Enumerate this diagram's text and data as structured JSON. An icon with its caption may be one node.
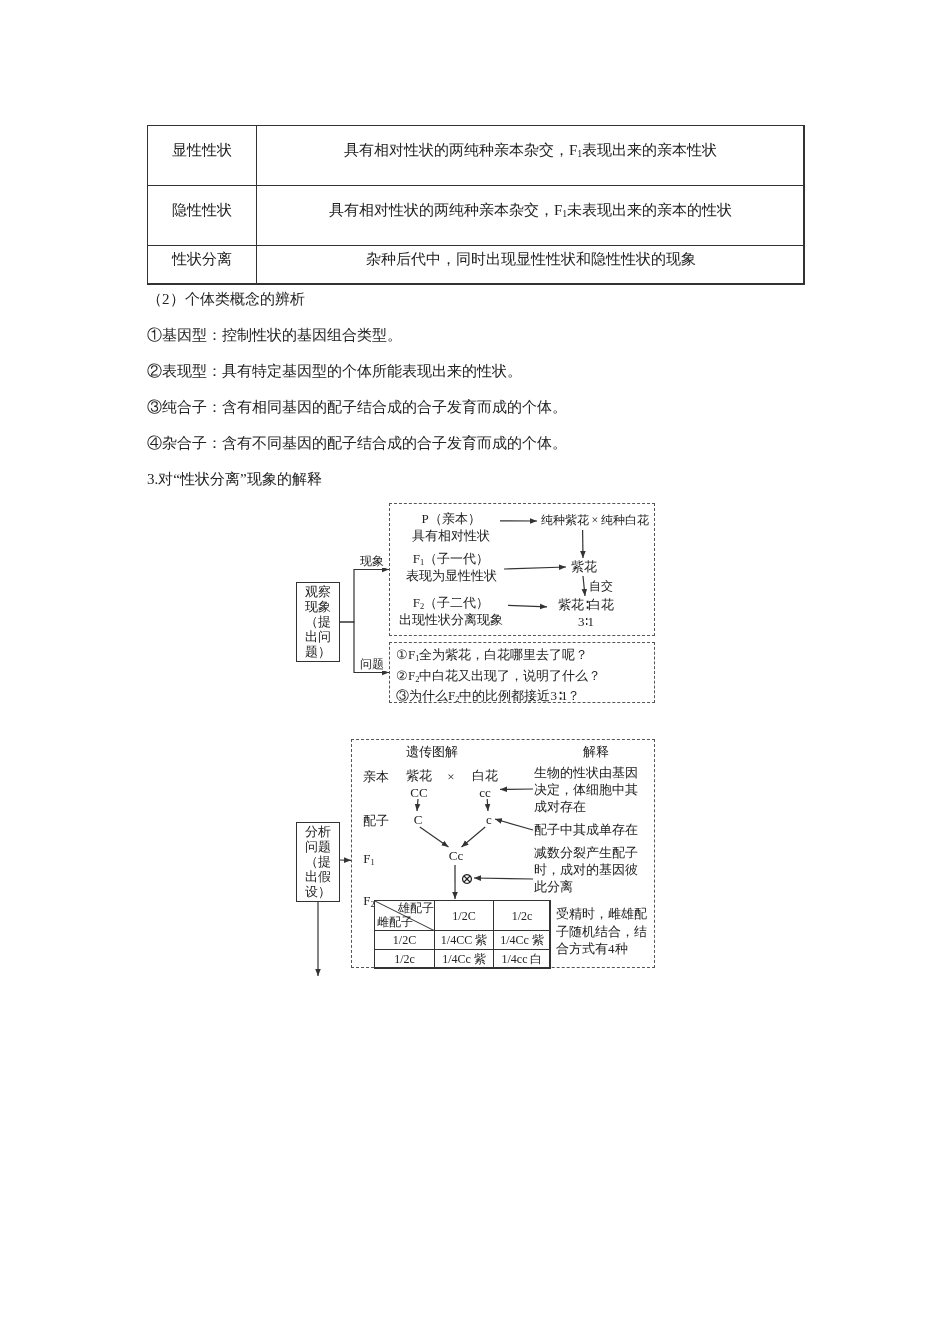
{
  "diagram": {
    "nodes": [
      {
        "text": [
          "观察现象（提出问题）"
        ]
      },
      {
        "text": [],
        "shape": "box"
      },
      {
        "text": [
          "P（亲本）",
          "具有相对性状"
        ],
        "in": 1
      },
      {
        "text": [
          "纯种紫花 × 纯种白花"
        ],
        "in": 1
      },
      {
        "text": [
          "F$_{1}$（子一代）",
          "表现为显性性状"
        ],
        "in": 1
      },
      {
        "text": [
          "紫花"
        ],
        "in": 1
      },
      {
        "text": [
          "F$_{2}$（子二代）",
          "出现性状分离现象"
        ],
        "in": 1
      },
      {
        "text": [
          "紫花∶白花",
          "3∶1"
        ],
        "in": 1
      },
      {
        "text": [
          "①F$_{1}$全为紫花，白花哪里去了呢？",
          "②F$_{2}$中白花又出现了，说明了什么？",
          "③为什么F$_{2}$中的比例都接近3∶1？"
        ]
      },
      {
        "text": [
          "分析问题（提出假设）"
        ]
      },
      {
        "text": [
          "遗传图解",
          "解释"
        ]
      },
      {
        "text": [
          "紫花",
          "CC"
        ],
        "in": 10
      },
      {
        "text": [
          "白花",
          "cc"
        ],
        "in": 10
      },
      {
        "text": [
          "C"
        ],
        "in": 10
      },
      {
        "text": [
          "c"
        ],
        "in": 10
      },
      {
        "text": [
          "Cc"
        ],
        "in": 10
      },
      {
        "text": [
          "⊗"
        ],
        "in": 10
      },
      {
        "text": [
          "雄配子",
          "雌配子",
          "1/2C",
          "1/2c",
          "1/2C",
          "1/4CC 紫",
          "1/4Cc 紫",
          "1/2c",
          "1/4Cc 紫",
          "1/4cc 白"
        ],
        "in": 10
      },
      {
        "text": [
          "生物的性状由基因决定，体细胞中其成对存在"
        ],
        "in": 10
      },
      {
        "text": [
          "配子中其成单存在"
        ],
        "in": 10
      },
      {
        "text": [
          "减数分裂产生配子时，成对的基因彼此分离"
        ],
        "in": 10
      }
    ],
    "edges": [
      {
        "from": 0,
        "to": 1,
        "arrow": "to",
        "label": "现象"
      },
      {
        "from": 0,
        "to": 8,
        "arrow": "to",
        "label": "问题"
      },
      {
        "from": 2,
        "to": 3,
        "arrow": "to"
      },
      {
        "from": 3,
        "to": 5,
        "arrow": "to"
      },
      {
        "from": 4,
        "to": 5,
        "arrow": "to"
      },
      {
        "from": 5,
        "to": 7,
        "arrow": "to",
        "label": "自交"
      },
      {
        "from": 6,
        "to": 7,
        "arrow": "to"
      },
      {
        "from": 9,
        "to": 10,
        "arrow": "to"
      },
      {
        "from": 9,
        "to": null,
        "arrow": "to"
      },
      {
        "from": 11,
        "to": 13,
        "arrow": "to"
      },
      {
        "from": 12,
        "to": 14,
        "arrow": "to"
      },
      {
        "from": 13,
        "to": 15,
        "arrow": "to"
      },
      {
        "from": 14,
        "to": 15,
        "arrow": "to"
      },
      {
        "from": 15,
        "to": 17,
        "arrow": "to"
      },
      {
        "from": 18,
        "to": 12,
        "arrow": "to"
      },
      {
        "from": 19,
        "to": 14,
        "arrow": "to"
      },
      {
        "from": 20,
        "to": 16,
        "arrow": "to"
      }
    ],
    "labels": [
      "显性性状",
      "具有相对性状的两纯种亲本杂交，F$_{1}$表现出来的亲本性状",
      "隐性性状",
      "具有相对性状的两纯种亲本杂交，F$_{1}$未表现出来的亲本的性状",
      "性状分离",
      "杂种后代中，同时出现显性性状和隐性性状的现象",
      "（2）个体类概念的辨析",
      "①基因型：控制性状的基因组合类型。",
      "②表现型：具有特定基因型的个体所能表现出来的性状。",
      "③纯合子：含有相同基因的配子结合成的合子发育而成的个体。",
      "④杂合子：含有不同基因的配子结合成的合子发育而成的个体。",
      "3.对“性状分离”现象的解释",
      "亲本",
      "×",
      "配子",
      "F$_{1}$",
      "F$_{2}$",
      "受精时，雌雄配子随机结合，结合方式有4种"
    ]
  }
}
